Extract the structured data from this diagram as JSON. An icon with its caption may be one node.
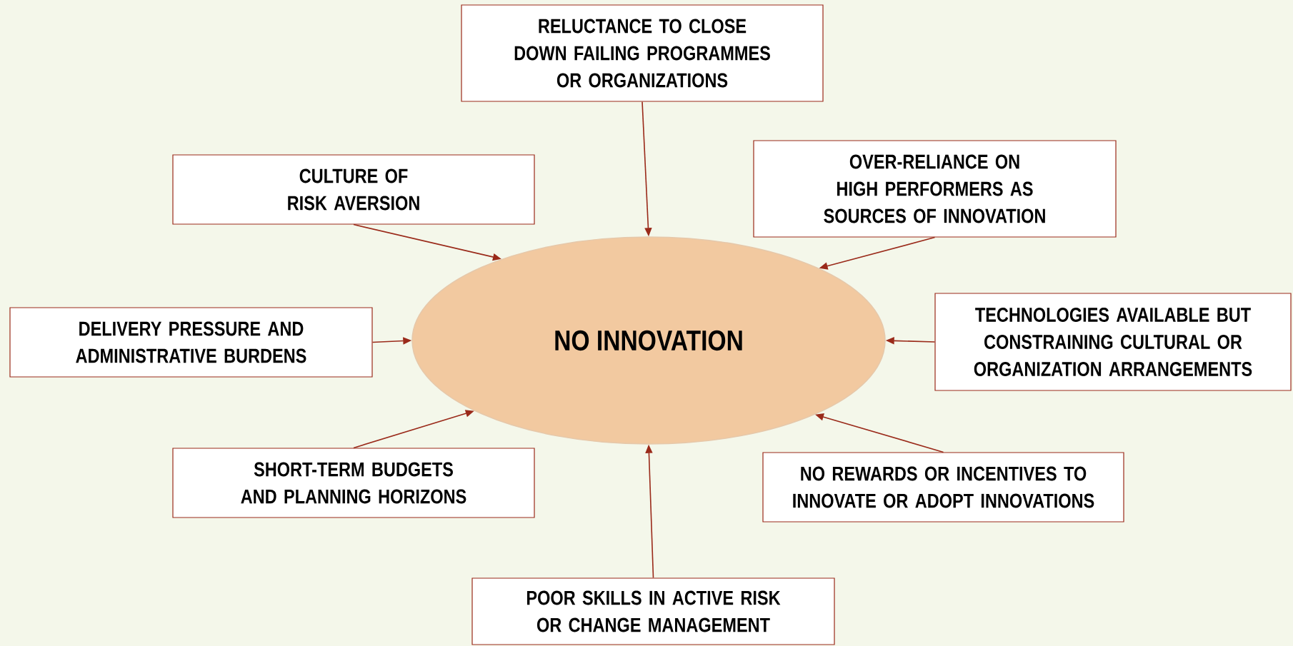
{
  "diagram": {
    "nodes": [
      {
        "text": [
          "NO INNOVATION"
        ]
      },
      {
        "text": [
          "RELUCTANCE TO CLOSE DOWN FAILING PROGRAMMES OR ORGANIZATIONS"
        ]
      },
      {
        "text": [
          "CULTURE OF RISK AVERSION"
        ]
      },
      {
        "text": [
          "OVER-RELIANCE ON HIGH PERFORMERS AS SOURCES OF INNOVATION"
        ]
      },
      {
        "text": [
          "DELIVERY PRESSURE AND ADMINISTRATIVE BURDENS"
        ]
      },
      {
        "text": [
          "TECHNOLOGIES AVAILABLE BUT CONSTRAINING CULTURAL OR ORGANIZATION ARRANGEMENTS"
        ]
      },
      {
        "text": [
          "SHORT-TERM BUDGETS AND PLANNING HORIZONS"
        ]
      },
      {
        "text": [
          "NO REWARDS OR INCENTIVES TO INNOVATE OR ADOPT INNOVATIONS"
        ]
      },
      {
        "text": [
          "POOR SKILLS IN ACTIVE RISK OR CHANGE MANAGEMENT"
        ]
      }
    ],
    "edges": [
      {
        "from": 1,
        "to": 0,
        "arrow": "to"
      },
      {
        "from": 2,
        "to": 0,
        "arrow": "to"
      },
      {
        "from": 3,
        "to": 0,
        "arrow": "to"
      },
      {
        "from": 4,
        "to": 0,
        "arrow": "to"
      },
      {
        "from": 5,
        "to": 0,
        "arrow": "to"
      },
      {
        "from": 6,
        "to": 0,
        "arrow": "to"
      },
      {
        "from": 7,
        "to": 0,
        "arrow": "to"
      },
      {
        "from": 8,
        "to": 0,
        "arrow": "to"
      }
    ]
  }
}
